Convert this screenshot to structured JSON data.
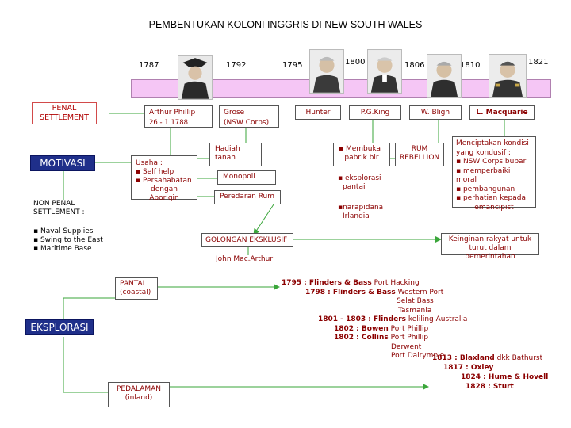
{
  "title": "PEMBENTUKAN KOLONI INGGRIS DI NEW SOUTH WALES",
  "years": [
    "1787",
    "1792",
    "1795",
    "1800",
    "1806",
    "1810",
    "1821"
  ],
  "governors": {
    "phillip": {
      "name": "Arthur Phillip",
      "date": "26 - 1 1788"
    },
    "grose": {
      "name": "Grose",
      "sub": "(NSW Corps)"
    },
    "hunter": {
      "name": "Hunter"
    },
    "king": {
      "name": "P.G.King"
    },
    "bligh": {
      "name": "W. Bligh"
    },
    "macquarie": {
      "name": "L. Macquarie"
    }
  },
  "left": {
    "penal": [
      "PENAL",
      "SETTLEMENT"
    ],
    "motivasi": "MOTIVASI",
    "non_penal": [
      "NON PENAL",
      "SETTLEMENT :"
    ],
    "motivasi_items": [
      "▪ Naval Supplies",
      "▪ Swing to the East",
      "▪ Maritime Base"
    ],
    "eksplorasi": "EKSPLORASI"
  },
  "usaha": [
    "Usaha :",
    "▪ Self help",
    "▪ Persahabatan",
    "dengan Aborigin"
  ],
  "grose_items": {
    "hadiah": [
      "Hadiah",
      "tanah"
    ],
    "monopoli": "Monopoli",
    "peredaran": "Peredaran Rum"
  },
  "king_items": {
    "pabrik": [
      "▪ Membuka",
      "pabrik bir"
    ],
    "eksplorasi": [
      "▪ eksplorasi",
      "pantai"
    ],
    "narapidana": [
      "▪narapidana",
      "Irlandia"
    ]
  },
  "bligh_items": [
    "RUM",
    "REBELLION"
  ],
  "macquarie_items": [
    "Menciptakan kondisi",
    "yang kondusif :",
    "▪ NSW Corps bubar",
    "▪ memperbaiki moral",
    "▪ pembangunan",
    "▪ perhatian kepada",
    "emancipist"
  ],
  "golongan": "GOLONGAN EKSKLUSIF",
  "john": "John Mac.Arthur",
  "keinginan": [
    "Keinginan rakyat untuk",
    "turut dalam pemerintahan"
  ],
  "pantai": [
    "PANTAI",
    "(coastal)"
  ],
  "pedalaman": [
    "PEDALAMAN",
    "(inland)"
  ],
  "coastal": [
    {
      "b": "1795 : Flinders & Bass",
      "t": " Port Hacking"
    },
    {
      "b": "1798 : Flinders & Bass",
      "t": " Western Port"
    },
    {
      "b": "",
      "t": "Selat Bass"
    },
    {
      "b": "",
      "t": "Tasmania"
    },
    {
      "b": "1801 - 1803 : Flinders",
      "t": " keliling Australia"
    },
    {
      "b": "1802 : Bowen",
      "t": " Port Phillip"
    },
    {
      "b": "1802 : Collins",
      "t": " Port Phillip"
    },
    {
      "b": "",
      "t": "Derwent"
    },
    {
      "b": "",
      "t": "Port Dalrymple"
    }
  ],
  "inland": [
    {
      "b": "1813 : Blaxland",
      "t": " dkk Bathurst"
    },
    {
      "b": "1817 : Oxley",
      "t": ""
    },
    {
      "b": "1824 : Hume & Hovell",
      "t": ""
    },
    {
      "b": "1828 : Sturt",
      "t": ""
    }
  ],
  "colors": {
    "timeline": "#f5c6f5",
    "dark_blue": "#1f2f8a",
    "arrow": "#3aa63a",
    "accent_red": "#8b0000"
  }
}
